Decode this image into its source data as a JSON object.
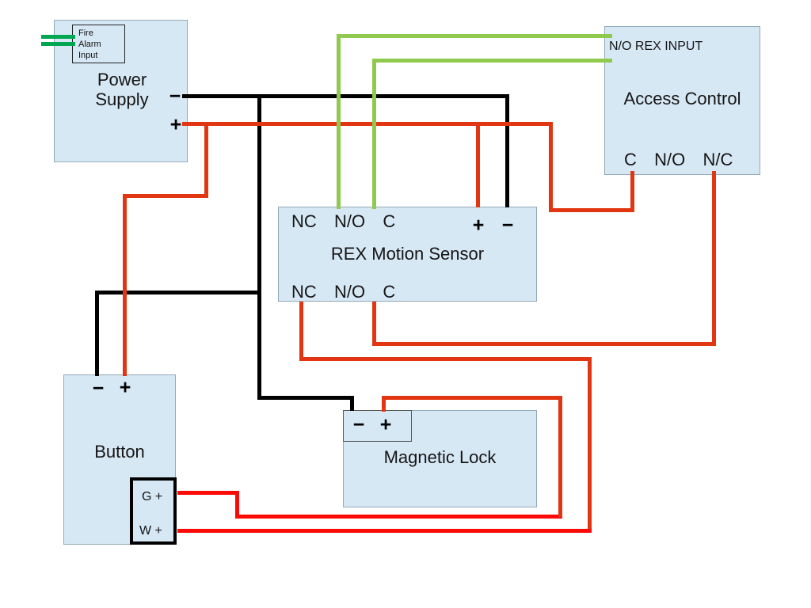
{
  "colors": {
    "box_fill": "#d7e8f5",
    "box_border": "#93a9b7",
    "wire_black": "#000000",
    "wire_red": "#e23511",
    "wire_bright_red": "#fb0a07",
    "wire_light_green": "#8fc94e",
    "wire_dark_green": "#00a651"
  },
  "components": {
    "power_supply": {
      "label": "Power Supply",
      "fire_alarm": [
        "Fire",
        "Alarm",
        "Input"
      ],
      "terminals": {
        "neg": "−",
        "pos": "+"
      }
    },
    "access_control": {
      "label": "Access Control",
      "rex_input_label": "N/O REX INPUT",
      "terminals_row": "C  N/O  N/C"
    },
    "rex_motion_sensor": {
      "label": "REX Motion Sensor",
      "top_row": "NC  N/O  C",
      "bottom_row": "NC  N/O  C",
      "terminals": {
        "pos": "+",
        "neg": "−"
      }
    },
    "button": {
      "label": "Button",
      "terminals": {
        "neg": "−",
        "pos": "+"
      },
      "sub_terminals": [
        "G +",
        "W +"
      ]
    },
    "magnetic_lock": {
      "label": "Magnetic Lock",
      "terminals": {
        "neg": "−",
        "pos": "+"
      }
    }
  },
  "wires": [
    {
      "name": "ps-negative-to-rex-negative",
      "color": "wire_black",
      "segments": [
        [
          230,
          119,
          413,
          5
        ],
        [
          638,
          119,
          5,
          143
        ]
      ]
    },
    {
      "name": "negative-branch-to-button-and-lock",
      "color": "wire_black",
      "segments": [
        [
          325,
          119,
          5,
          386
        ],
        [
          120,
          367,
          210,
          5
        ],
        [
          120,
          367,
          5,
          108
        ],
        [
          325,
          500,
          122,
          5
        ],
        [
          442,
          500,
          5,
          19
        ]
      ]
    },
    {
      "name": "ps-positive-bus",
      "color": "wire_red",
      "segments": [
        [
          230,
          154,
          468,
          5
        ],
        [
          258,
          154,
          5,
          96
        ],
        [
          155,
          245,
          108,
          5
        ],
        [
          155,
          245,
          5,
          230
        ],
        [
          601,
          154,
          5,
          108
        ],
        [
          693,
          154,
          5,
          114
        ],
        [
          693,
          263,
          108,
          5
        ],
        [
          796,
          216,
          5,
          52
        ]
      ]
    },
    {
      "name": "rex-c-to-ac-nc",
      "color": "wire_red",
      "segments": [
        [
          470,
          381,
          5,
          56
        ],
        [
          470,
          432,
          434,
          5
        ],
        [
          899,
          216,
          5,
          221
        ]
      ]
    },
    {
      "name": "rex-nc-to-button-w",
      "color": "wire_red",
      "segments": [
        [
          378,
          381,
          5,
          75
        ],
        [
          378,
          451,
          369,
          5
        ],
        [
          742,
          451,
          5,
          222
        ]
      ]
    },
    {
      "name": "button-w-run",
      "color": "wire_bright_red",
      "segments": [
        [
          224,
          668,
          523,
          5
        ]
      ]
    },
    {
      "name": "button-g-run",
      "color": "wire_bright_red",
      "segments": [
        [
          224,
          620,
          78,
          5
        ],
        [
          297,
          620,
          5,
          35
        ],
        [
          297,
          650,
          413,
          5
        ]
      ]
    },
    {
      "name": "lock-positive-riser",
      "color": "wire_red",
      "segments": [
        [
          705,
          500,
          5,
          153
        ],
        [
          482,
          500,
          228,
          5
        ],
        [
          482,
          500,
          5,
          20
        ]
      ]
    },
    {
      "name": "rex-no-to-ac-rex-input",
      "color": "wire_light_green",
      "segments": [
        [
          425,
          43,
          348,
          5
        ],
        [
          425,
          43,
          5,
          221
        ]
      ]
    },
    {
      "name": "rex-c-to-ac-rex-input",
      "color": "wire_light_green",
      "segments": [
        [
          470,
          74,
          303,
          5
        ],
        [
          470,
          74,
          5,
          190
        ]
      ]
    },
    {
      "name": "fire-alarm-input-wires",
      "color": "wire_dark_green",
      "segments": [
        [
          52,
          44,
          43,
          5
        ],
        [
          52,
          53,
          43,
          5
        ]
      ]
    }
  ]
}
